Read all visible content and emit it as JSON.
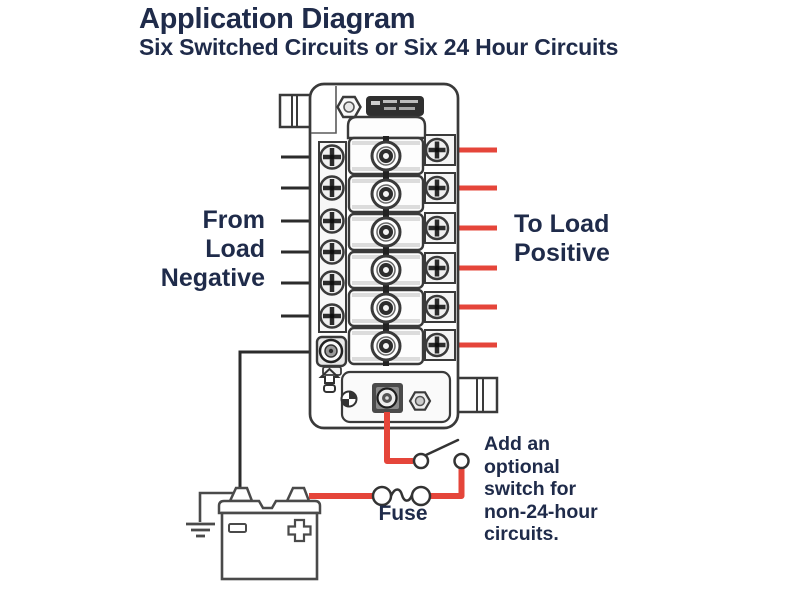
{
  "header": {
    "title": "Application Diagram",
    "subtitle": "Six Switched Circuits or Six 24 Hour Circuits"
  },
  "labels": {
    "from_load_negative": "From\nLoad\nNegative",
    "to_load_positive": "To Load\nPositive",
    "fuse": "Fuse",
    "switch_note": "Add an\noptional\nswitch for\nnon-24-hour\ncircuits."
  },
  "diagram": {
    "type": "wiring-application-diagram",
    "device": "six-circuit blade fuse block",
    "circuit_count": 6,
    "negative_lead_count": 6,
    "positive_lead_count": 6,
    "components": [
      "fuse block",
      "negative bus screw terminals",
      "positive branch screw terminals",
      "negative bus stud",
      "positive feed stud",
      "battery",
      "earth ground",
      "inline fuse",
      "optional switch"
    ]
  },
  "icons": {
    "hex-bolt-icon": "hexagon nut with circle",
    "brand-badge": "dark product label",
    "phillips-screw-icon": "circle with cross",
    "stud-terminal-icon": "circular stud on square base",
    "cover-arrow-icon": "up arrow with latch slot",
    "quadrant-screw-icon": "circle with two dark quadrants",
    "battery-minus-icon": "minus rectangle",
    "battery-plus-icon": "plus cross outline",
    "ground-icon": "three-bar earth ground",
    "fuse-icon": "two circles joined by wave",
    "switch-icon": "open knife switch"
  },
  "colors": {
    "text_navy": "#1f2b4a",
    "wire_positive_red": "#e5453a",
    "wire_negative_black": "#2b2b2b",
    "line_art_gray": "#3a3a3a",
    "battery_line_gray": "#4a4a4a",
    "badge_dark": "#2f2f2f"
  }
}
